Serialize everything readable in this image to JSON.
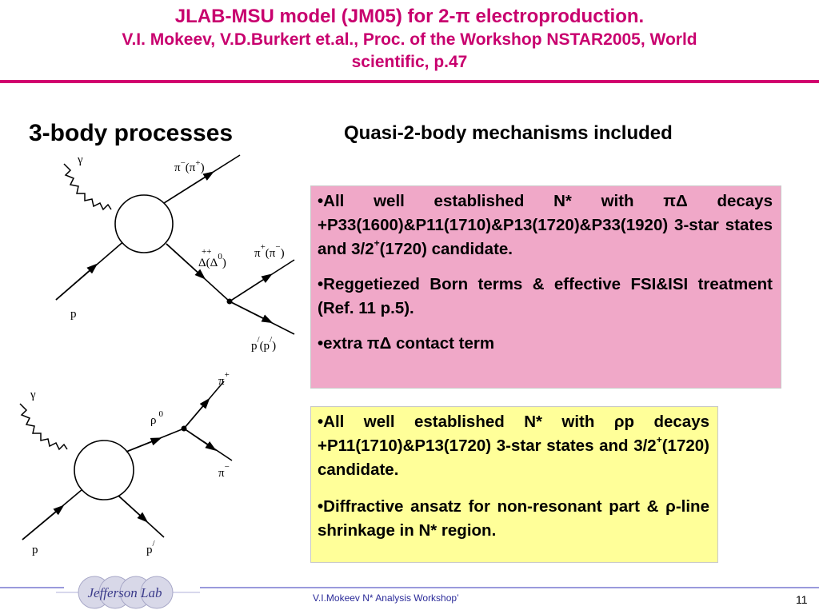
{
  "title": {
    "line1_a": "JLAB-MSU model (JM05) for 2-",
    "line1_pi": "π",
    "line1_b": "  electroproduction.",
    "line2": "V.I. Mokeev, V.D.Burkert et.al., Proc. of the Workshop NSTAR2005, World",
    "line3": "scientific, p.47"
  },
  "heading_left": "3-body processes",
  "heading_right": "Quasi-2-body mechanisms included",
  "diagram1": {
    "gamma": "γ",
    "pi_out": "π",
    "pi_out_minus": "−",
    "pi_out_paren": "(π",
    "pi_out_plus": "+",
    "pi_out_close": ")",
    "delta_pp": "++",
    "delta": "Δ",
    "delta_paren": "(Δ",
    "delta_zero": "0",
    "delta_close": ")",
    "pi2": "π",
    "pi2_plus": "+",
    "pi2_paren": "(π",
    "pi2_minus": "−",
    "pi2_close": ")",
    "p_in": "p",
    "p_out": "p",
    "p_out_prime": "/",
    "p_out_paren": "(p",
    "p_out_prime2": "/",
    "p_out_close": ")"
  },
  "diagram2": {
    "gamma": "γ",
    "rho": "ρ",
    "rho_zero": "0",
    "pi_plus": "π",
    "pi_plus_sign": "+",
    "pi_minus": "π",
    "pi_minus_sign": "−",
    "p_in": "p",
    "p_out": "p",
    "p_out_prime": "/"
  },
  "pink_box": {
    "item1_a": "•All well established N* with ",
    "item1_sym": "πΔ",
    "item1_b": " decays +P33(1600)&P11(1710)&P13(1720)&P33(1920) 3-star states and 3/2",
    "item1_sup": "+",
    "item1_c": "(1720) candidate.",
    "item2": "•Reggetiezed Born terms & effective FSI&ISI treatment (Ref. 11 p.5).",
    "item3_a": "•extra ",
    "item3_sym": "πΔ",
    "item3_b": " contact term"
  },
  "yellow_box": {
    "item1_a": "•All well established N* with ",
    "item1_sym": "ρ",
    "item1_b": "p decays +P11(1710)&P13(1720) 3-star states and 3/2",
    "item1_sup": "+",
    "item1_c": "(1720) candidate.",
    "item2_a": "•Diffractive ansatz for non-resonant part & ",
    "item2_sym": "ρ",
    "item2_b": "-line shrinkage in N* region."
  },
  "footer": {
    "text": "V.I.Mokeev  N* Analysis Workshop’",
    "page": "11",
    "logo_text": "Jefferson Lab"
  },
  "colors": {
    "title": "#c8006e",
    "title_rule": "#d1006f",
    "pink_box": "#f0a8c8",
    "yellow_box": "#ffff99",
    "footer_rule": "#9a9adc",
    "footer_text": "#2b2b99"
  }
}
